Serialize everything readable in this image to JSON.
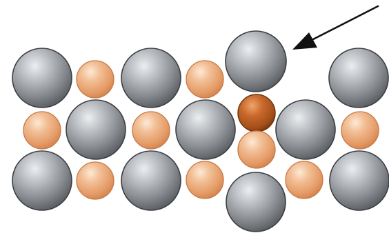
{
  "diagram": {
    "description_visible_text": "",
    "legend": [],
    "colors": {
      "background": "#ffffff",
      "large_atom": "#8b8f94",
      "large_atom_highlight": "#e2e4e6",
      "large_atom_edge": "#3c3f43",
      "small_atom": "#ebae82",
      "small_atom_highlight": "#fbe3cc",
      "small_atom_edge": "#c57a48",
      "impurity_atom": "#b35a23",
      "impurity_atom_highlight": "#e79a62",
      "impurity_atom_edge": "#6d320f",
      "arrow": "#111111"
    },
    "atom_types": {
      "large": "large-gray-atom",
      "small": "small-orange-atom",
      "impurity": "dark-orange-atom"
    },
    "annotations": [
      {
        "kind": "arrow",
        "target": "displaced-large-atom"
      }
    ]
  }
}
